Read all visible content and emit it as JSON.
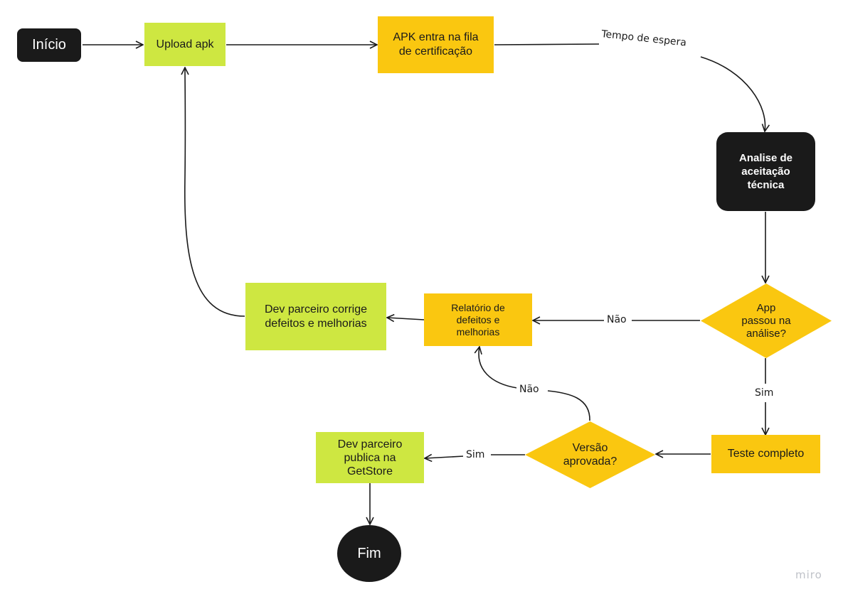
{
  "nodes": {
    "inicio": "Início",
    "upload": "Upload apk",
    "fila": "APK entra na fila\nde certificação",
    "analise": "Analise de\naceitação\ntécnica",
    "passou": "App\npassou na\nanálise?",
    "teste": "Teste completo",
    "versao": "Versão\naprovada?",
    "relatorio": "Relatório de\ndefeitos e\nmelhorias",
    "corrige": "Dev parceiro corrige\ndefeitos e melhorias",
    "publica": "Dev parceiro\npublica na\nGetStore",
    "fim": "Fim"
  },
  "edge_labels": {
    "tempo": "Tempo de espera",
    "nao_passou": "Não",
    "sim_passou": "Sim",
    "nao_versao": "Não",
    "sim_versao": "Sim"
  },
  "colors": {
    "dark": "#1a1a1a",
    "green": "#cee741",
    "orange": "#fac710",
    "line": "#1a1a1a"
  },
  "brand": "miro"
}
